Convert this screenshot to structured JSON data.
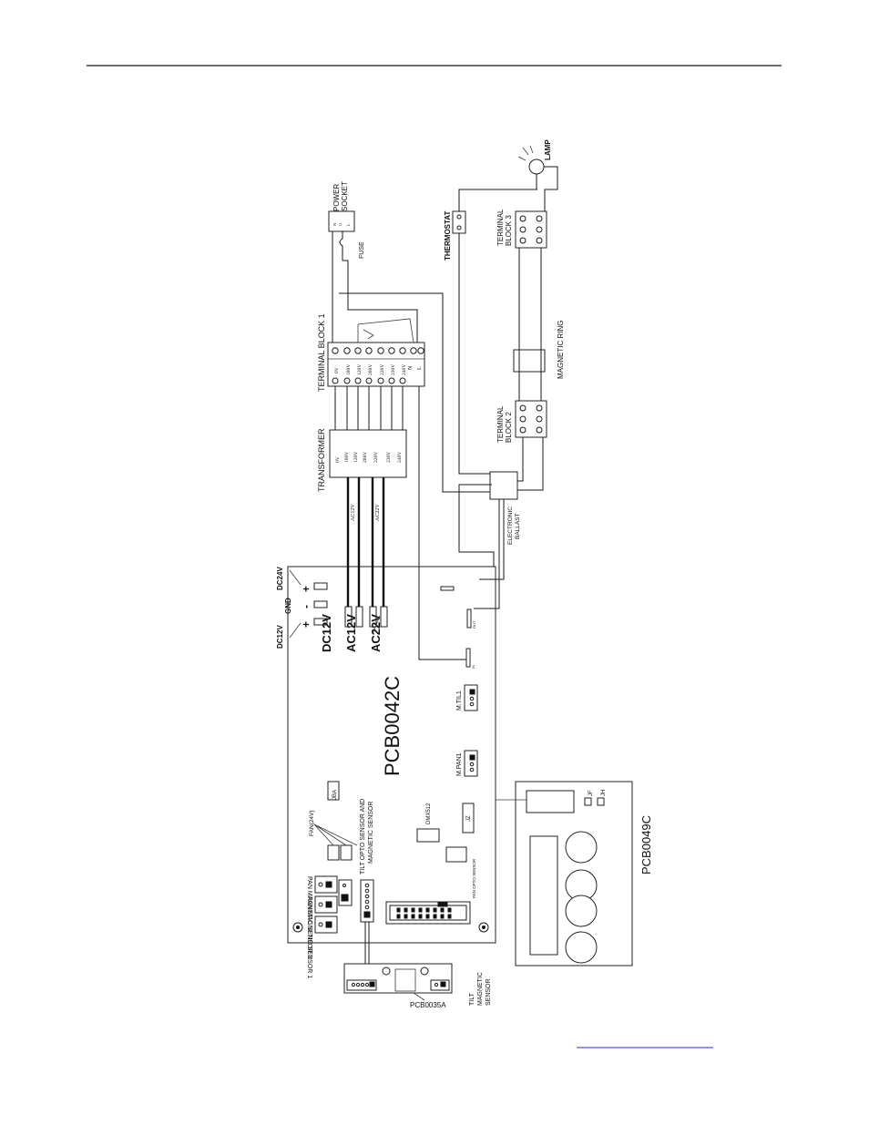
{
  "diagram": {
    "main_board": "PCB0042C",
    "display_board": "PCB0049C",
    "sensor_board": "PCB0035A",
    "transformer": {
      "label": "TRANSFORMER",
      "taps": [
        "0V",
        "100V",
        "120V",
        "208V",
        "220V",
        "230V",
        "240V"
      ]
    },
    "terminal_block_1": {
      "label": "TERMINAL BLOCK 1",
      "terminals": [
        "0V",
        "100V",
        "120V",
        "208V",
        "220V",
        "230V",
        "240V",
        "N",
        "L"
      ]
    },
    "power_socket": {
      "label_line1": "POWER",
      "label_line2": "SOCKET",
      "pins": [
        "N",
        "G",
        "L"
      ]
    },
    "fuse": "FUSE",
    "thermostat": "THERMOSTAT",
    "lamp": "LAMP",
    "terminal_block_2": {
      "line1": "TERMINAL",
      "line2": "BLOCK 2"
    },
    "terminal_block_3": {
      "line1": "TERMINAL",
      "line2": "BLOCK 3"
    },
    "magnetic_ring": "MAGNETIC RING",
    "electronic_ballast": {
      "line1": "ELECTRONIC",
      "line2": "BALLAST"
    },
    "wire_ac12": "AC12V",
    "wire_ac22": "AC22V",
    "dc24v": "DC24V",
    "gnd": "GND",
    "dc12v": "DC12V",
    "plus": "+",
    "minus": "-",
    "connectors": {
      "dc12": "DC12V",
      "ac12": "AC12V",
      "ac22": "AC22V",
      "out": "OUT",
      "in": "IN",
      "mtil": "M.TIL1",
      "mpan": "M.PAN1",
      "jba": "JBA",
      "jz": "JZ",
      "dmx": "DMX512",
      "fan": "FAN(24V)",
      "tilt_opto_line1": "TILT OPTO SENSOR AND",
      "tilt_opto_line2": "MAGNETIC SENSOR",
      "pan_opto": "PAN OPTO SENSOR",
      "pan_mag1": "PAN MAGNETIC SENSOR 1",
      "pan_mag2": "PAN MAGNETIC SENSOR 2",
      "jf": "JF",
      "jh": "JH",
      "tilt_mag_line1": "TILT",
      "tilt_mag_line2": "MAGNETIC",
      "tilt_mag_line3": "SENSOR"
    }
  }
}
